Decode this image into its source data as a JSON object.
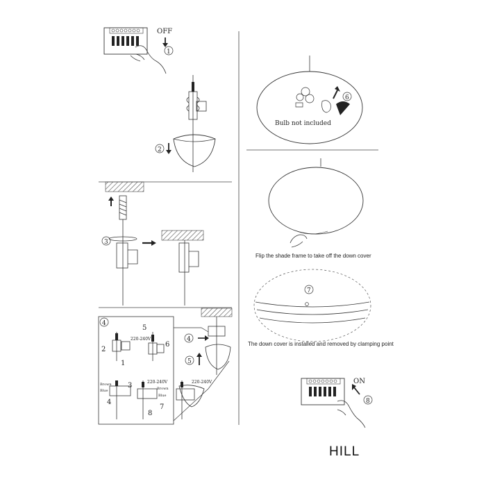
{
  "switch_labels": {
    "off": "OFF",
    "on": "ON"
  },
  "steps": [
    "1",
    "2",
    "3",
    "4",
    "5",
    "6",
    "7",
    "8"
  ],
  "sub_steps": [
    "1",
    "2",
    "3",
    "4",
    "5",
    "6",
    "7",
    "8"
  ],
  "voltage": "220-240V",
  "wire_labels": {
    "brown": "Brown",
    "blue": "Blue"
  },
  "notes": {
    "bulb": "Bulb not included",
    "flip": "Flip the shade frame to take off the down cover",
    "clamp": "The down cover is installed and removed by clamping point"
  },
  "brand": "HILL"
}
